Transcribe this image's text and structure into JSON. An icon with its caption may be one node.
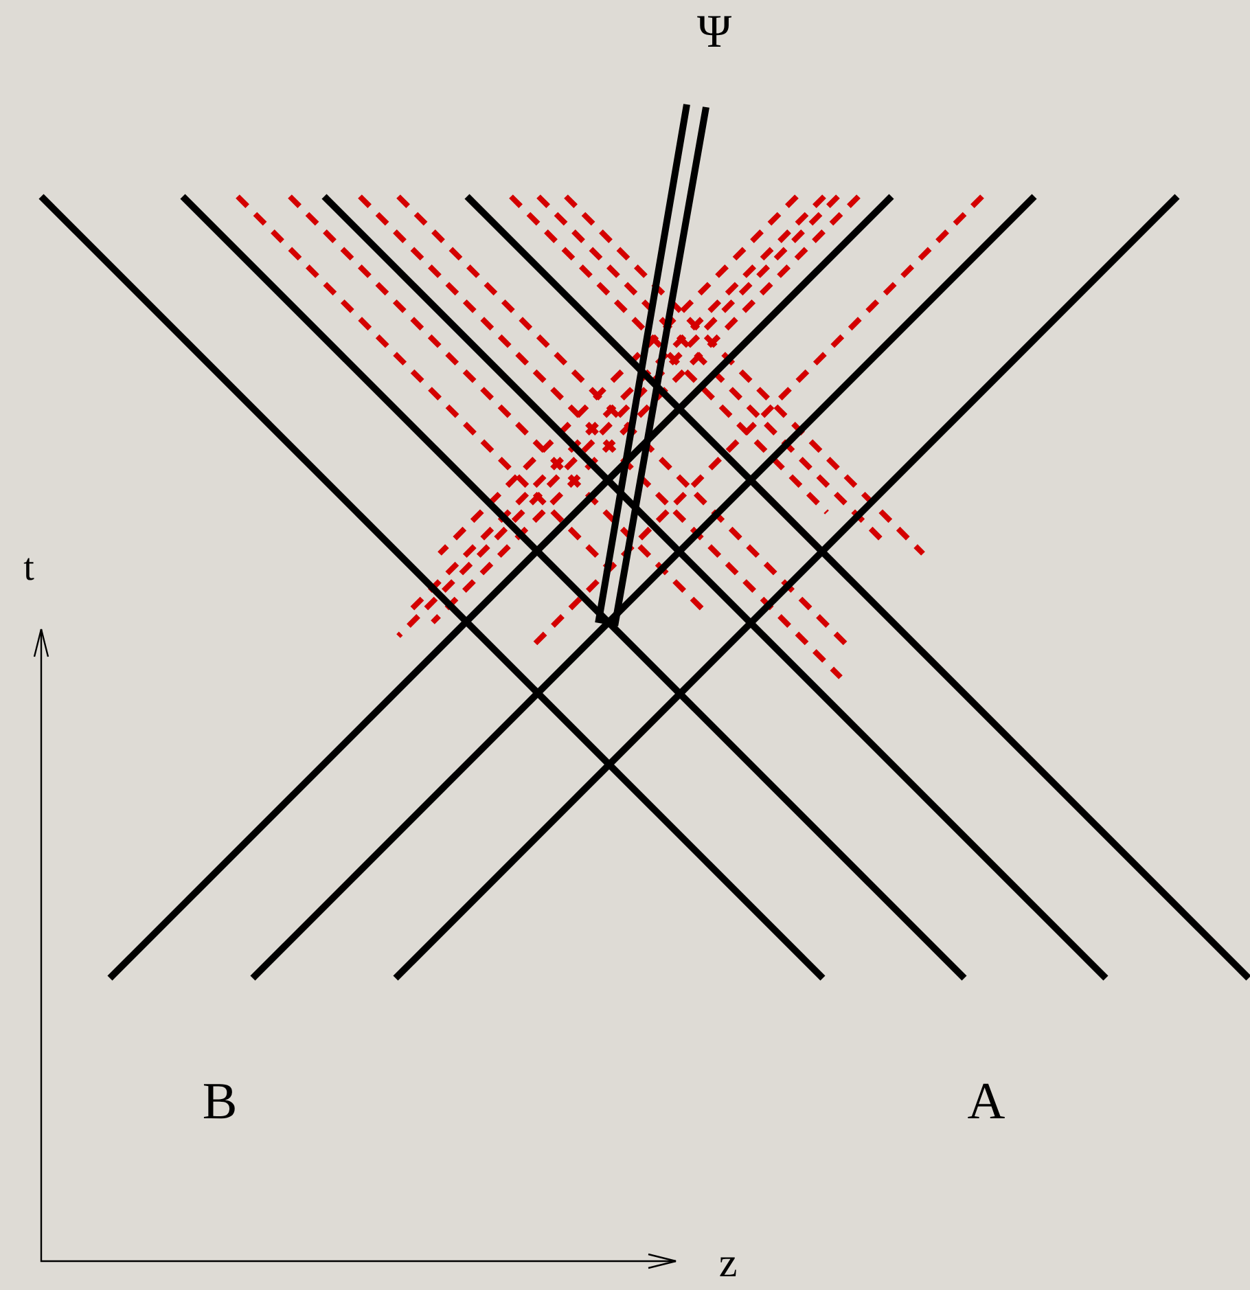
{
  "diagram": {
    "labels": [
      "Ψ",
      "t",
      "z",
      "B",
      "A"
    ]
  }
}
